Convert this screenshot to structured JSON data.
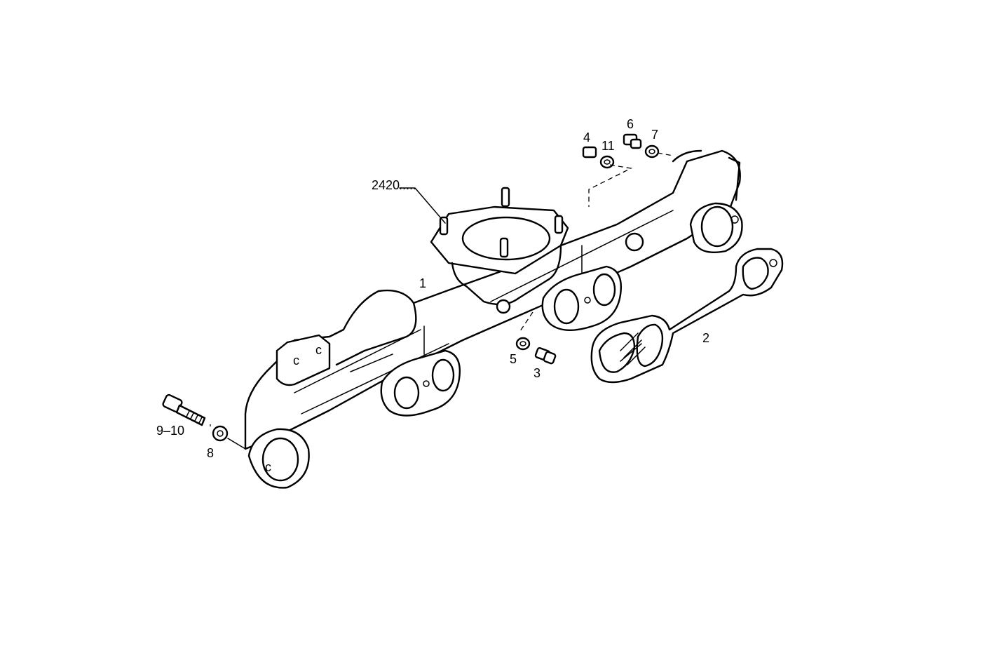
{
  "labels": {
    "l_2420": "2420",
    "l_1": "1",
    "l_2": "2",
    "l_3": "3",
    "l_4": "4",
    "l_5": "5",
    "l_6": "6",
    "l_7": "7",
    "l_8": "8",
    "l_9_10": "9–10",
    "l_11": "11"
  }
}
